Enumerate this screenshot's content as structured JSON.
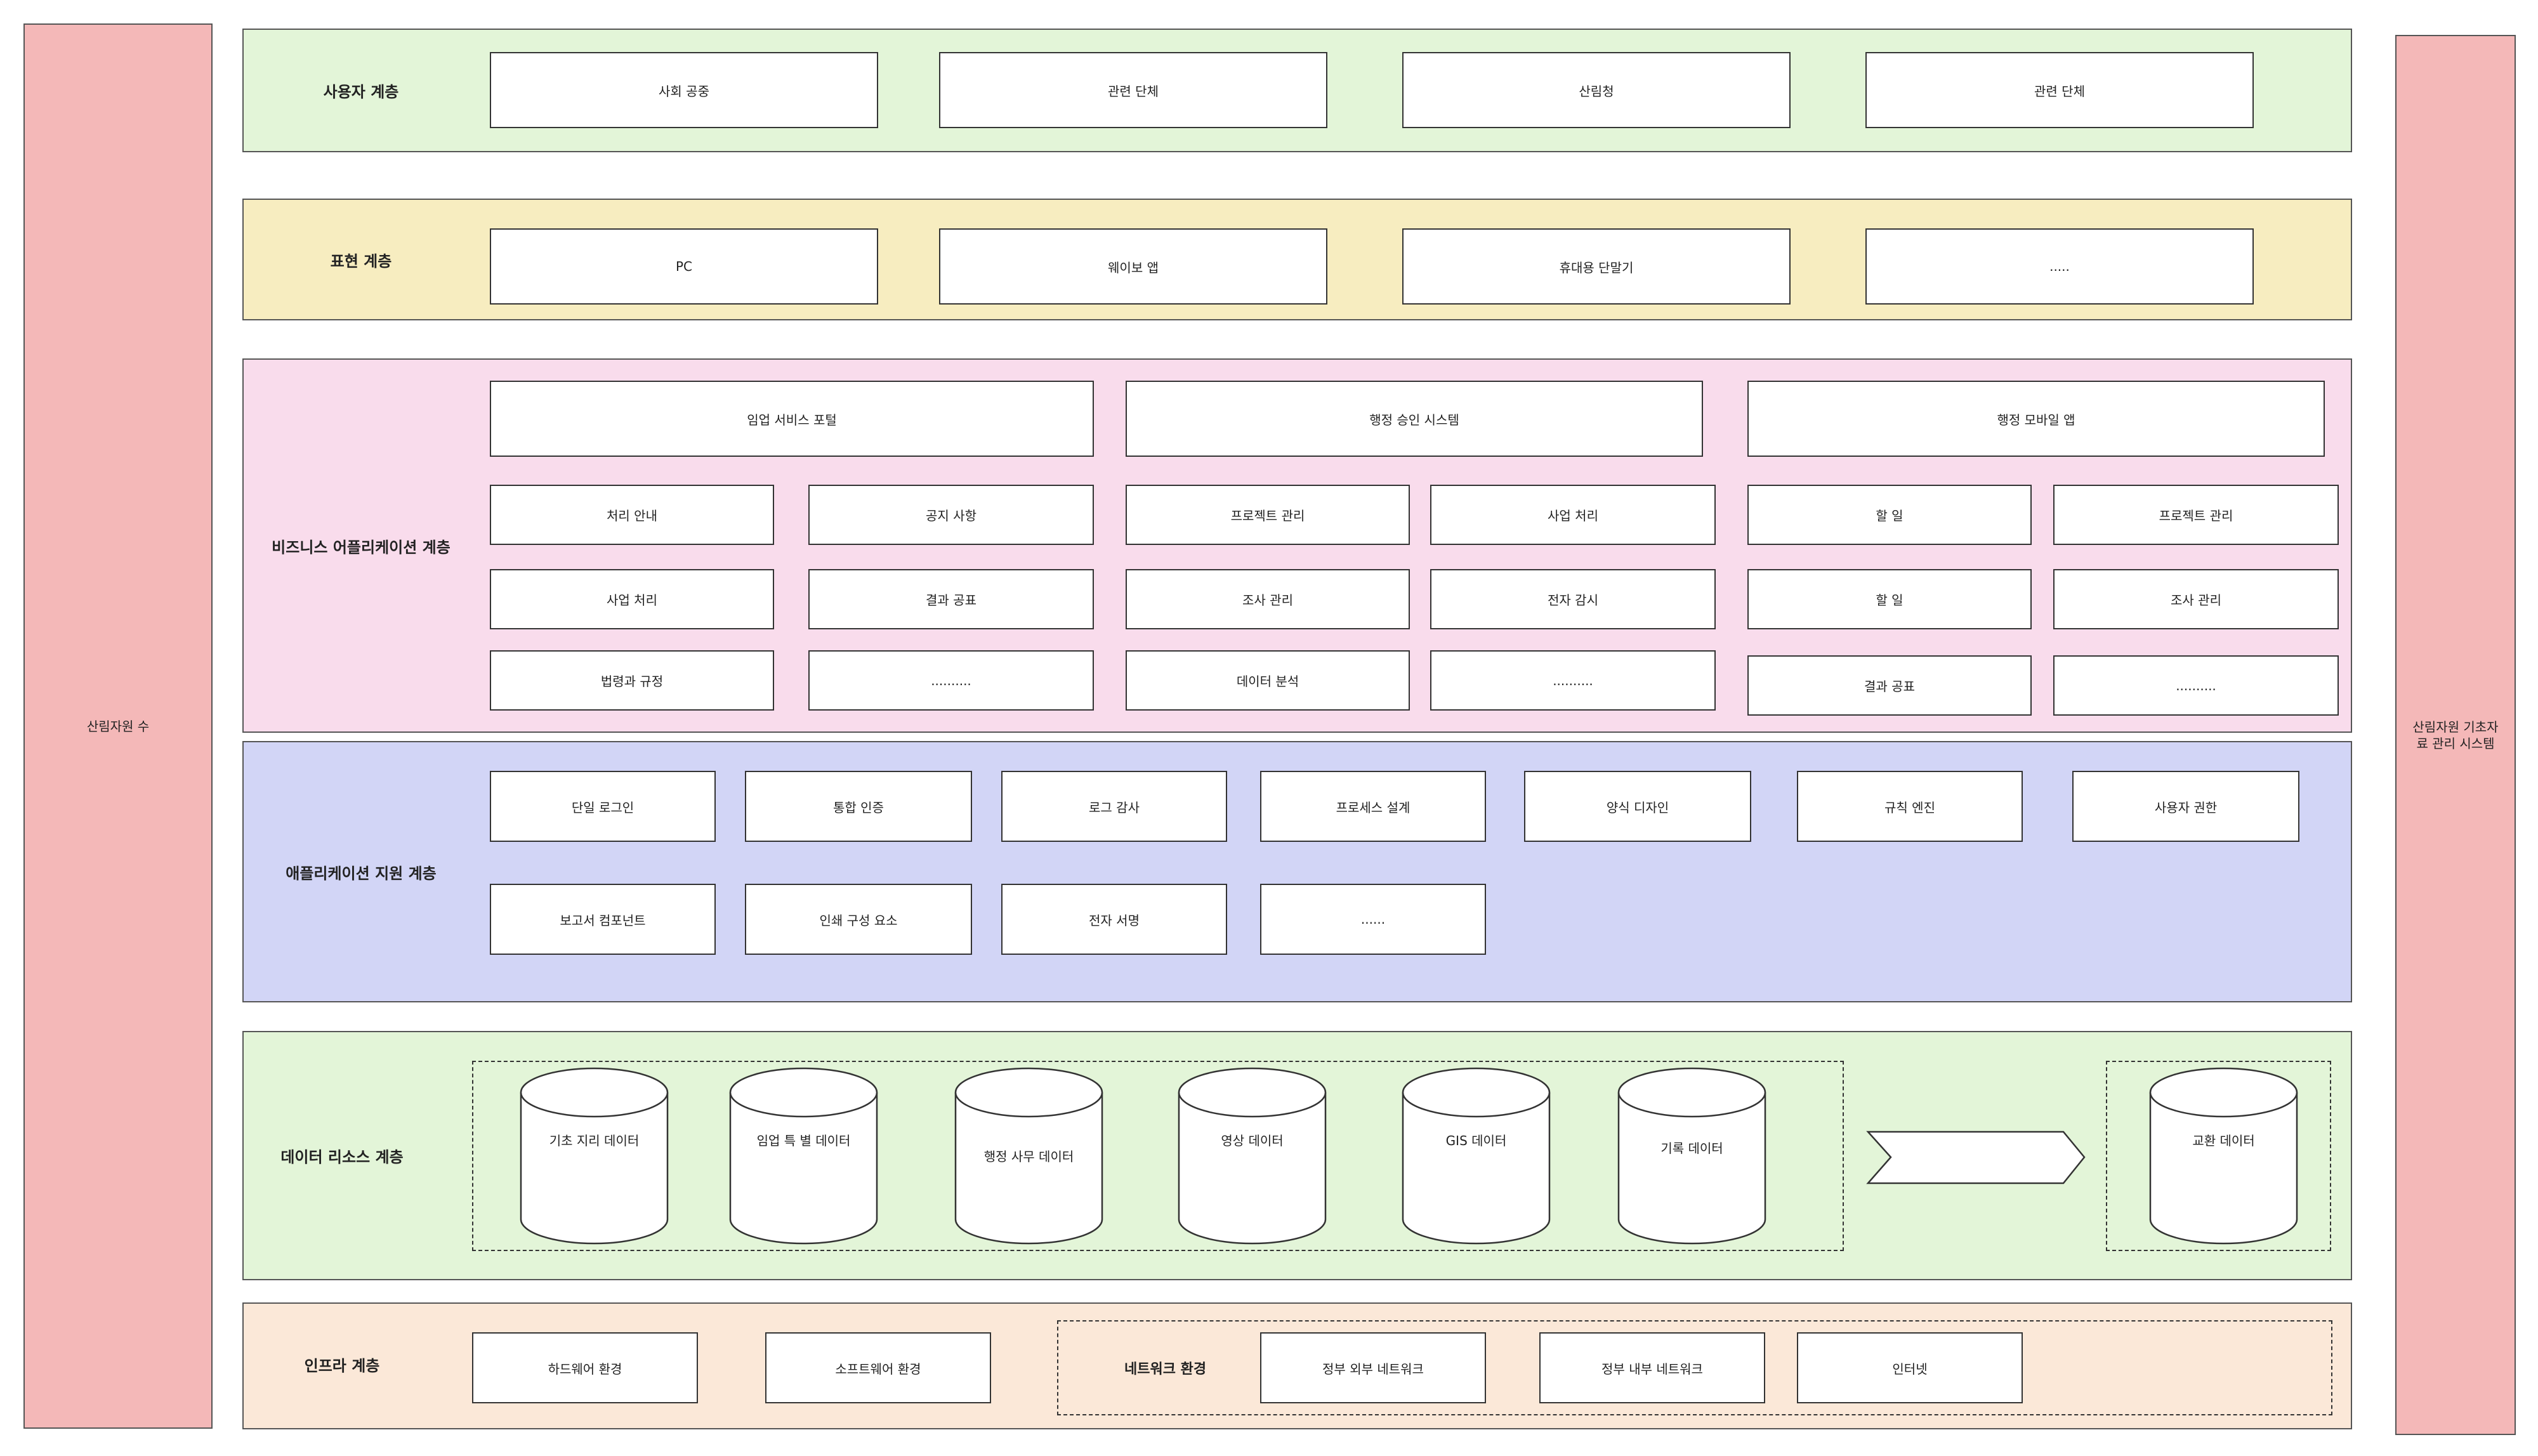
{
  "side_left": {
    "label": "산림자원 수"
  },
  "side_right": {
    "label": "산림자원 기초자료 관리 시스템"
  },
  "user_layer": {
    "label": "사용자 계층",
    "items": [
      "사회 공중",
      "관련 단체",
      "산림청",
      "관련 단체"
    ]
  },
  "presentation_layer": {
    "label": "표현 계층",
    "items": [
      "PC",
      "웨이보 앱",
      "휴대용 단말기",
      "....."
    ]
  },
  "business_layer": {
    "label": "비즈니스 어플리케이션 계층",
    "groups": [
      {
        "title": "임업 서비스 포털",
        "items": [
          "처리 안내",
          "공지 사항",
          "사업 처리",
          "결과 공표",
          "법령과 규정",
          ".........."
        ]
      },
      {
        "title": "행정 승인 시스템",
        "items": [
          "프로젝트 관리",
          "사업 처리",
          "조사 관리",
          "전자 감시",
          "데이터 분석",
          ".........."
        ]
      },
      {
        "title": "행정 모바일 앱",
        "items": [
          "할 일",
          "프로젝트 관리",
          "할 일",
          "조사 관리",
          "결과 공표",
          ".........."
        ]
      }
    ]
  },
  "app_support_layer": {
    "label": "애플리케이션 지원 계층",
    "row1": [
      "단일 로그인",
      "통합 인증",
      "로그 감사",
      "프로세스 설계",
      "양식 디자인",
      "규칙 엔진",
      "사용자 권한"
    ],
    "row2": [
      "보고서 컴포넌트",
      "인쇄 구성 요소",
      "전자 서명",
      "......"
    ]
  },
  "data_layer": {
    "label": "데이터 리소스 계층",
    "databases": [
      "기초 지리 데이터",
      "임업 특 별 데이터",
      "행정 사무 데이터",
      "영상 데이터",
      "GIS 데이터",
      "기록 데이터"
    ],
    "exchange": "교환 데이터"
  },
  "infra_layer": {
    "label": "인프라 계층",
    "items": [
      "하드웨어 환경",
      "소프트웨어 환경"
    ],
    "network": {
      "label": "네트워크 환경",
      "items": [
        "정부 외부 네트워크",
        "정부 내부 네트워크",
        "인터넷"
      ]
    }
  },
  "colors": {
    "side": "#f4b8b8",
    "user": "#e3f5d8",
    "presentation": "#f7edc0",
    "business": "#f9dcec",
    "support": "#d2d5f6",
    "data": "#e3f5d8",
    "infra": "#fbe8d8"
  }
}
